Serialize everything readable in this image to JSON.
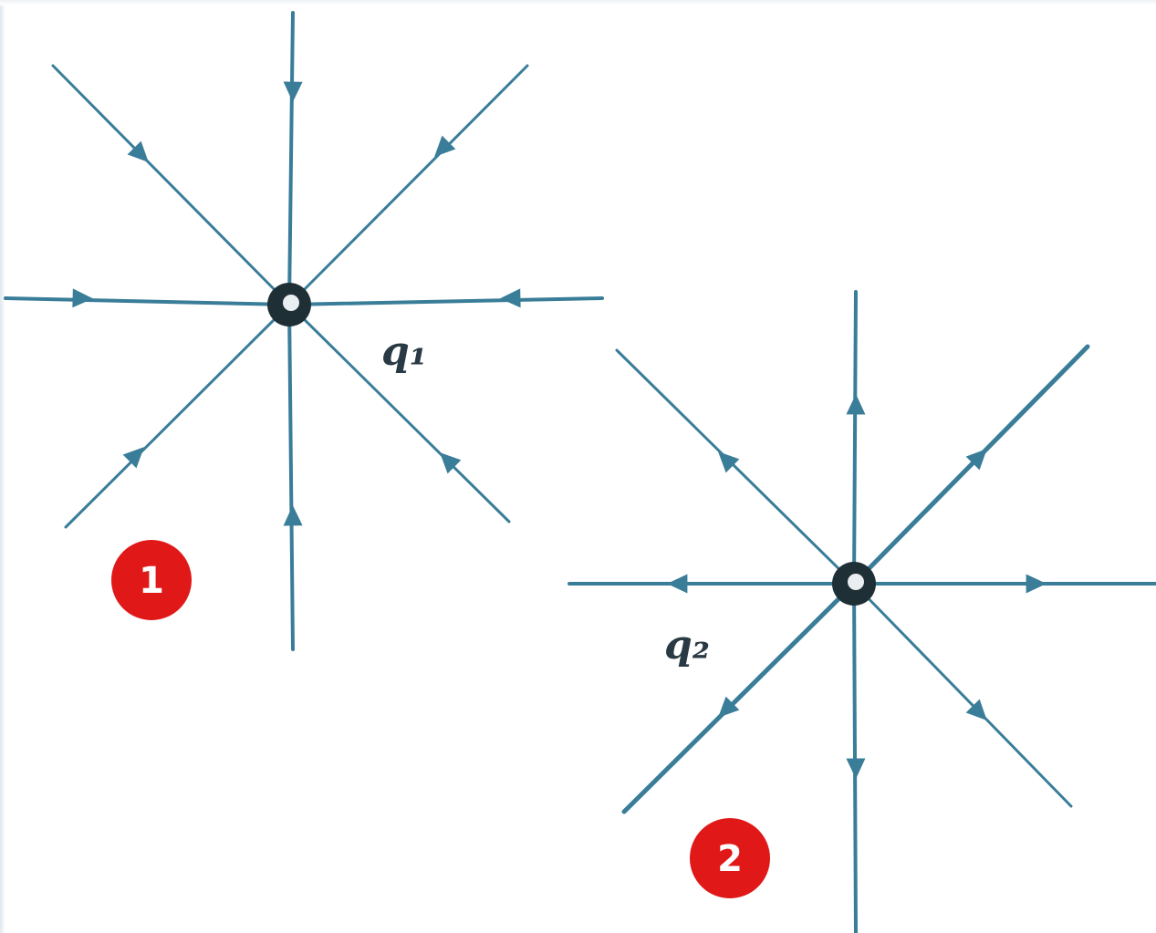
{
  "diagram": {
    "line_color": "#3a7d99",
    "arrow_color": "#3a7d99",
    "charge_color": "#1f2f36",
    "badge_color": "#e01818",
    "charges": [
      {
        "id": "q1",
        "label": "q₁",
        "badge": "1",
        "direction": "inward"
      },
      {
        "id": "q2",
        "label": "q₂",
        "badge": "2",
        "direction": "outward"
      }
    ]
  }
}
